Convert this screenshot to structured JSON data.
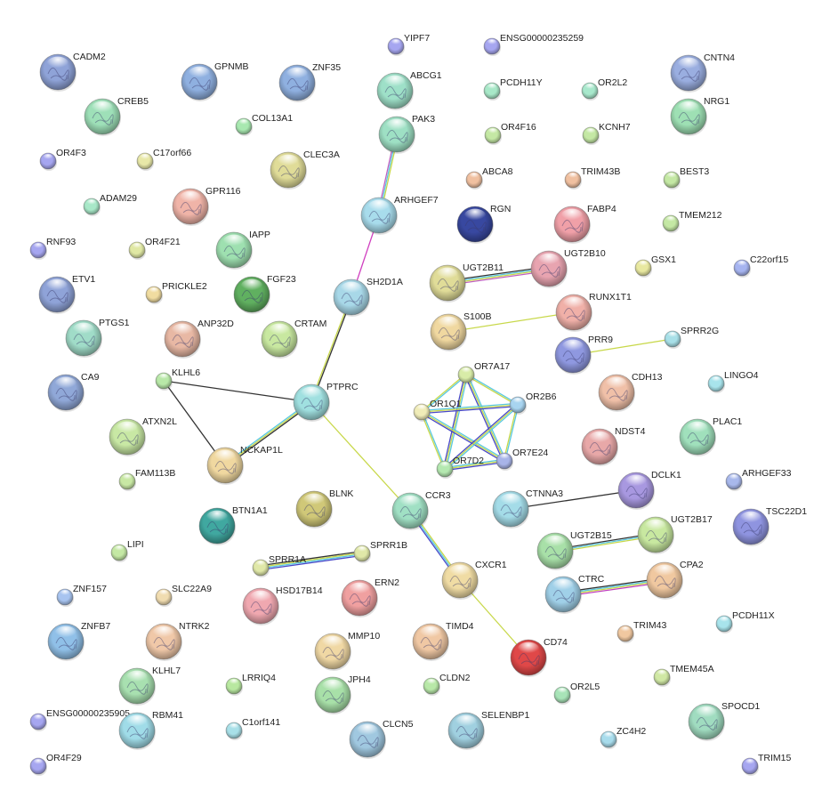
{
  "network": {
    "nodes": [
      {
        "id": "CADM2",
        "label": "CADM2",
        "color": "#8fa3d8"
      },
      {
        "id": "GPNMB",
        "label": "GPNMB",
        "color": "#8fb0e0"
      },
      {
        "id": "ZNF35",
        "label": "ZNF35",
        "color": "#8fb0e0"
      },
      {
        "id": "YIPF7",
        "label": "YIPF7",
        "color": "#a6a6f0"
      },
      {
        "id": "ENSG00000235259",
        "label": "ENSG00000235259",
        "color": "#a6a6f0"
      },
      {
        "id": "CNTN4",
        "label": "CNTN4",
        "color": "#9aaee0"
      },
      {
        "id": "CREB5",
        "label": "CREB5",
        "color": "#9ee0b8"
      },
      {
        "id": "ABCG1",
        "label": "ABCG1",
        "color": "#9ee0c8"
      },
      {
        "id": "PCDH11Y",
        "label": "PCDH11Y",
        "color": "#a8e8c8"
      },
      {
        "id": "OR2L2",
        "label": "OR2L2",
        "color": "#a8e8cc"
      },
      {
        "id": "NRG1",
        "label": "NRG1",
        "color": "#9ee0b4"
      },
      {
        "id": "COL13A1",
        "label": "COL13A1",
        "color": "#a8e8b0"
      },
      {
        "id": "PAK3",
        "label": "PAK3",
        "color": "#9ee0c4"
      },
      {
        "id": "OR4F16",
        "label": "OR4F16",
        "color": "#c4e8a4"
      },
      {
        "id": "KCNH7",
        "label": "KCNH7",
        "color": "#c4e8a4"
      },
      {
        "id": "OR4F3",
        "label": "OR4F3",
        "color": "#a6a6f0"
      },
      {
        "id": "C17orf66",
        "label": "C17orf66",
        "color": "#e8e8a8"
      },
      {
        "id": "CLEC3A",
        "label": "CLEC3A",
        "color": "#e0dc98"
      },
      {
        "id": "ABCA8",
        "label": "ABCA8",
        "color": "#f0c0a0"
      },
      {
        "id": "TRIM43B",
        "label": "TRIM43B",
        "color": "#f0c0a0"
      },
      {
        "id": "BEST3",
        "label": "BEST3",
        "color": "#c4e8a4"
      },
      {
        "id": "ADAM29",
        "label": "ADAM29",
        "color": "#a8e8c8"
      },
      {
        "id": "GPR116",
        "label": "GPR116",
        "color": "#f0b4a8"
      },
      {
        "id": "ARHGEF7",
        "label": "ARHGEF7",
        "color": "#a8dcec"
      },
      {
        "id": "RGN",
        "label": "RGN",
        "color": "#3848a0"
      },
      {
        "id": "FABP4",
        "label": "FABP4",
        "color": "#f0a0a8"
      },
      {
        "id": "TMEM212",
        "label": "TMEM212",
        "color": "#c4e8a4"
      },
      {
        "id": "RNF93",
        "label": "RNF93",
        "color": "#a6a6f0"
      },
      {
        "id": "OR4F21",
        "label": "OR4F21",
        "color": "#e0e8a4"
      },
      {
        "id": "IAPP",
        "label": "IAPP",
        "color": "#9ee0b0"
      },
      {
        "id": "GSX1",
        "label": "GSX1",
        "color": "#e8e8a0"
      },
      {
        "id": "C22orf15",
        "label": "C22orf15",
        "color": "#a6b4f0"
      },
      {
        "id": "ETV1",
        "label": "ETV1",
        "color": "#8fa3d8"
      },
      {
        "id": "PRICKLE2",
        "label": "PRICKLE2",
        "color": "#f0dca0"
      },
      {
        "id": "FGF23",
        "label": "FGF23",
        "color": "#60b060"
      },
      {
        "id": "SH2D1A",
        "label": "SH2D1A",
        "color": "#a8d8e8"
      },
      {
        "id": "UGT2B11",
        "label": "UGT2B11",
        "color": "#e0dc98"
      },
      {
        "id": "UGT2B10",
        "label": "UGT2B10",
        "color": "#e8a4b0"
      },
      {
        "id": "PTGS1",
        "label": "PTGS1",
        "color": "#a0dcc8"
      },
      {
        "id": "ANP32D",
        "label": "ANP32D",
        "color": "#e8b8a4"
      },
      {
        "id": "CRTAM",
        "label": "CRTAM",
        "color": "#c8e8a0"
      },
      {
        "id": "RUNX1T1",
        "label": "RUNX1T1",
        "color": "#f0b0a8"
      },
      {
        "id": "S100B",
        "label": "S100B",
        "color": "#f0d8a0"
      },
      {
        "id": "PRR9",
        "label": "PRR9",
        "color": "#8f98e0"
      },
      {
        "id": "SPRR2G",
        "label": "SPRR2G",
        "color": "#a8e0e8"
      },
      {
        "id": "KLHL6",
        "label": "KLHL6",
        "color": "#b8e8a8"
      },
      {
        "id": "PTPRC",
        "label": "PTPRC",
        "color": "#a0e0e0"
      },
      {
        "id": "CA9",
        "label": "CA9",
        "color": "#90a8d8"
      },
      {
        "id": "OR7A17",
        "label": "OR7A17",
        "color": "#d8eca8"
      },
      {
        "id": "OR2B6",
        "label": "OR2B6",
        "color": "#a8d4f0"
      },
      {
        "id": "CDH13",
        "label": "CDH13",
        "color": "#f0c0a8"
      },
      {
        "id": "LINGO4",
        "label": "LINGO4",
        "color": "#a8e4ec"
      },
      {
        "id": "OR1Q1",
        "label": "OR1Q1",
        "color": "#f0ecb8"
      },
      {
        "id": "ATXN2L",
        "label": "ATXN2L",
        "color": "#c8e8a4"
      },
      {
        "id": "NCKAP1L",
        "label": "NCKAP1L",
        "color": "#f0d8a0"
      },
      {
        "id": "NDST4",
        "label": "NDST4",
        "color": "#e8a8a8"
      },
      {
        "id": "PLAC1",
        "label": "PLAC1",
        "color": "#a0e0bc"
      },
      {
        "id": "OR7E24",
        "label": "OR7E24",
        "color": "#a8b4e8"
      },
      {
        "id": "OR7D2",
        "label": "OR7D2",
        "color": "#b4e8b0"
      },
      {
        "id": "FAM113B",
        "label": "FAM113B",
        "color": "#c8e8a4"
      },
      {
        "id": "ARHGEF33",
        "label": "ARHGEF33",
        "color": "#a8b8ec"
      },
      {
        "id": "DCLK1",
        "label": "DCLK1",
        "color": "#a898e0"
      },
      {
        "id": "BLNK",
        "label": "BLNK",
        "color": "#d0c878"
      },
      {
        "id": "BTN1A1",
        "label": "BTN1A1",
        "color": "#40a8a0"
      },
      {
        "id": "CCR3",
        "label": "CCR3",
        "color": "#a0e0c4"
      },
      {
        "id": "CTNNA3",
        "label": "CTNNA3",
        "color": "#a4dce8"
      },
      {
        "id": "UGT2B17",
        "label": "UGT2B17",
        "color": "#c8e8a0"
      },
      {
        "id": "TSC22D1",
        "label": "TSC22D1",
        "color": "#8f94e0"
      },
      {
        "id": "LIPI",
        "label": "LIPI",
        "color": "#c4e8a4"
      },
      {
        "id": "SPRR1A",
        "label": "SPRR1A",
        "color": "#e0e8a8"
      },
      {
        "id": "SPRR1B",
        "label": "SPRR1B",
        "color": "#e0e8a8"
      },
      {
        "id": "UGT2B15",
        "label": "UGT2B15",
        "color": "#a8e0a8"
      },
      {
        "id": "CXCR1",
        "label": "CXCR1",
        "color": "#f0dca4"
      },
      {
        "id": "CTRC",
        "label": "CTRC",
        "color": "#a0d0e8"
      },
      {
        "id": "CPA2",
        "label": "CPA2",
        "color": "#f0c8a0"
      },
      {
        "id": "ZNF157",
        "label": "ZNF157",
        "color": "#a8c4f0"
      },
      {
        "id": "SLC22A9",
        "label": "SLC22A9",
        "color": "#f0dcb0"
      },
      {
        "id": "HSD17B14",
        "label": "HSD17B14",
        "color": "#f0a8b0"
      },
      {
        "id": "ERN2",
        "label": "ERN2",
        "color": "#f0a0a0"
      },
      {
        "id": "PCDH11X",
        "label": "PCDH11X",
        "color": "#a8e4ec"
      },
      {
        "id": "ZNFB7",
        "label": "ZNFB7",
        "color": "#90c0e8"
      },
      {
        "id": "NTRK2",
        "label": "NTRK2",
        "color": "#f0c8a8"
      },
      {
        "id": "TIMD4",
        "label": "TIMD4",
        "color": "#f0c8a4"
      },
      {
        "id": "CD74",
        "label": "CD74",
        "color": "#e04848"
      },
      {
        "id": "TRIM43",
        "label": "TRIM43",
        "color": "#f0c8a0"
      },
      {
        "id": "MMP10",
        "label": "MMP10",
        "color": "#f0d8a4"
      },
      {
        "id": "TMEM45A",
        "label": "TMEM45A",
        "color": "#d0e8a4"
      },
      {
        "id": "KLHL7",
        "label": "KLHL7",
        "color": "#a8e0b0"
      },
      {
        "id": "LRRIQ4",
        "label": "LRRIQ4",
        "color": "#b8e8a0"
      },
      {
        "id": "JPH4",
        "label": "JPH4",
        "color": "#a8e0a8"
      },
      {
        "id": "CLDN2",
        "label": "CLDN2",
        "color": "#b8e8a8"
      },
      {
        "id": "OR2L5",
        "label": "OR2L5",
        "color": "#a8e4b8"
      },
      {
        "id": "SPOCD1",
        "label": "SPOCD1",
        "color": "#a0dcc0"
      },
      {
        "id": "ENSG00000235905",
        "label": "ENSG00000235905",
        "color": "#a6a6f0"
      },
      {
        "id": "RBM41",
        "label": "RBM41",
        "color": "#a0dce8"
      },
      {
        "id": "C1orf141",
        "label": "C1orf141",
        "color": "#a8e0e8"
      },
      {
        "id": "CLCN5",
        "label": "CLCN5",
        "color": "#a0c8e0"
      },
      {
        "id": "SELENBP1",
        "label": "SELENBP1",
        "color": "#a0d0e0"
      },
      {
        "id": "ZC4H2",
        "label": "ZC4H2",
        "color": "#a8dcec"
      },
      {
        "id": "TRIM15",
        "label": "TRIM15",
        "color": "#a6a6f0"
      },
      {
        "id": "OR4F29",
        "label": "OR4F29",
        "color": "#a6a6f0"
      }
    ],
    "edges": [
      {
        "from": "PAK3",
        "to": "ARHGEF7",
        "colors": [
          "#c8d84a",
          "#5ac8e0",
          "#c060c0"
        ]
      },
      {
        "from": "ARHGEF7",
        "to": "SH2D1A",
        "colors": [
          "#d040c0"
        ]
      },
      {
        "from": "SH2D1A",
        "to": "PTPRC",
        "colors": [
          "#333333",
          "#c8d84a"
        ]
      },
      {
        "from": "PTPRC",
        "to": "NCKAP1L",
        "colors": [
          "#333333",
          "#c8d84a",
          "#5ac8e0"
        ]
      },
      {
        "from": "KLHL6",
        "to": "PTPRC",
        "colors": [
          "#333333"
        ]
      },
      {
        "from": "KLHL6",
        "to": "NCKAP1L",
        "colors": [
          "#333333"
        ]
      },
      {
        "from": "PTPRC",
        "to": "CCR3",
        "colors": [
          "#c8d84a"
        ]
      },
      {
        "from": "CCR3",
        "to": "CXCR1",
        "colors": [
          "#c8d84a",
          "#5ac8e0",
          "#4848c8"
        ]
      },
      {
        "from": "CXCR1",
        "to": "CD74",
        "colors": [
          "#c8d84a"
        ]
      },
      {
        "from": "UGT2B11",
        "to": "UGT2B10",
        "colors": [
          "#333333",
          "#5ac8e0",
          "#c8d84a",
          "#c060c0"
        ]
      },
      {
        "from": "S100B",
        "to": "RUNX1T1",
        "colors": [
          "#c8d84a"
        ]
      },
      {
        "from": "PRR9",
        "to": "SPRR2G",
        "colors": [
          "#c8d84a"
        ]
      },
      {
        "from": "SPRR1A",
        "to": "SPRR1B",
        "colors": [
          "#333333",
          "#c8d84a",
          "#5ac8e0",
          "#4848c8"
        ]
      },
      {
        "from": "CTNNA3",
        "to": "DCLK1",
        "colors": [
          "#333333"
        ]
      },
      {
        "from": "UGT2B15",
        "to": "UGT2B17",
        "colors": [
          "#333333",
          "#5ac8e0",
          "#c8d84a"
        ]
      },
      {
        "from": "CTRC",
        "to": "CPA2",
        "colors": [
          "#333333",
          "#5ac8e0",
          "#c8d84a",
          "#c040c0"
        ]
      },
      {
        "from": "OR7A17",
        "to": "OR1Q1",
        "colors": [
          "#5ac8e0",
          "#c8d84a"
        ]
      },
      {
        "from": "OR7A17",
        "to": "OR2B6",
        "colors": [
          "#5ac8e0",
          "#c8d84a"
        ]
      },
      {
        "from": "OR7A17",
        "to": "OR7D2",
        "colors": [
          "#5ac8e0",
          "#c8d84a",
          "#4848c8"
        ]
      },
      {
        "from": "OR7A17",
        "to": "OR7E24",
        "colors": [
          "#5ac8e0",
          "#c8d84a",
          "#4848c8"
        ]
      },
      {
        "from": "OR1Q1",
        "to": "OR2B6",
        "colors": [
          "#5ac8e0",
          "#c8d84a",
          "#4848c8"
        ]
      },
      {
        "from": "OR1Q1",
        "to": "OR7D2",
        "colors": [
          "#5ac8e0",
          "#c8d84a"
        ]
      },
      {
        "from": "OR1Q1",
        "to": "OR7E24",
        "colors": [
          "#5ac8e0",
          "#c8d84a",
          "#4848c8"
        ]
      },
      {
        "from": "OR2B6",
        "to": "OR7D2",
        "colors": [
          "#5ac8e0",
          "#c8d84a",
          "#4848c8"
        ]
      },
      {
        "from": "OR2B6",
        "to": "OR7E24",
        "colors": [
          "#5ac8e0",
          "#c8d84a"
        ]
      },
      {
        "from": "OR7D2",
        "to": "OR7E24",
        "colors": [
          "#5ac8e0",
          "#c8d84a",
          "#4848c8"
        ]
      }
    ]
  }
}
